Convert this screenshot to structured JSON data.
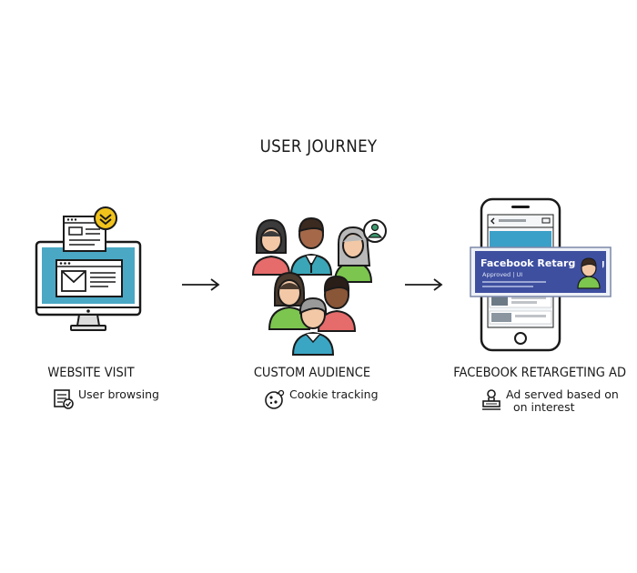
{
  "title": "USER JOURNEY",
  "stages": [
    {
      "label": "WEBSITE VISIT",
      "detail": "User browsing",
      "icon": "document-check-icon"
    },
    {
      "label": "CUSTOM AUDIENCE",
      "detail": "Cookie tracking",
      "icon": "cookie-icon"
    },
    {
      "label": "FACEBOOK RETARGETING AD",
      "detail_line1": "Ad served based on",
      "detail_line2": "on interest",
      "icon": "stamp-icon"
    }
  ],
  "ad": {
    "headline": "Facebook Retargeting",
    "subline": "Approved | UI"
  },
  "colors": {
    "monitor_screen": "#4aa8c4",
    "check_badge": "#f2c31b",
    "phone_header": "#3aa0c8",
    "ad_banner": "#3e4fa0",
    "person_red": "#e66b6b",
    "person_teal": "#3aa6b8",
    "person_green": "#7cc54f",
    "person_blue": "#3aa6c4",
    "line": "#1a1a1a"
  }
}
